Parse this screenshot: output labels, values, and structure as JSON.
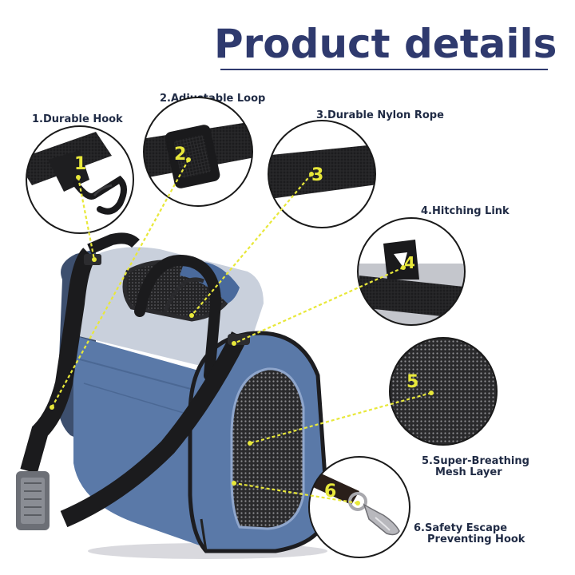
{
  "title": "Product details",
  "colors": {
    "title": "#2f3a6e",
    "bag_blue": "#5a79a8",
    "bag_light": "#c9d0dc",
    "strap": "#1b1b1d",
    "callout": "#e8e83a"
  },
  "details": [
    {
      "number": "1",
      "label": "1.Durable Hook"
    },
    {
      "number": "2",
      "label": "2.Adjustable Loop"
    },
    {
      "number": "3",
      "label": "3.Durable Nylon Rope"
    },
    {
      "number": "4",
      "label": "4.Hitching Link"
    },
    {
      "number": "5",
      "label_line1": "5.Super-Breathing",
      "label_line2": "Mesh Layer"
    },
    {
      "number": "6",
      "label_line1": "6.Safety Escape",
      "label_line2": "Preventing Hook"
    }
  ]
}
